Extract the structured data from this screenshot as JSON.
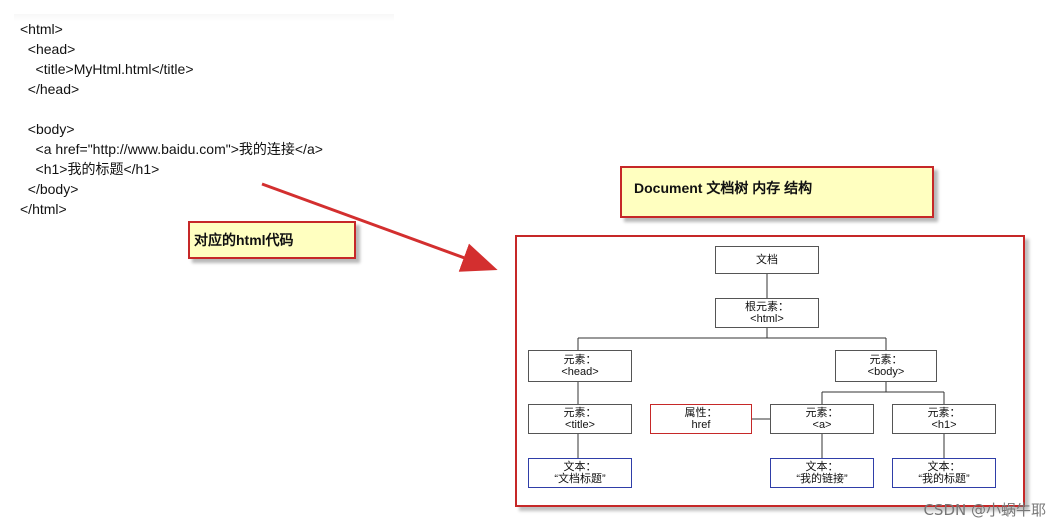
{
  "code": {
    "lines": [
      "<html>",
      "  <head>",
      "    <title>MyHtml.html</title>",
      "  </head>",
      "",
      "  <body>",
      "    <a href=\"http://www.baidu.com\">我的连接</a>",
      "    <h1>我的标题</h1>",
      "  </body>",
      "</html>"
    ]
  },
  "callouts": {
    "code_label": "对应的html代码",
    "dom_label": "Document 文档树 内存 结构"
  },
  "tree": {
    "document": "文档",
    "root": {
      "label": "根元素：",
      "tag": "<html>"
    },
    "head": {
      "label": "元素：",
      "tag": "<head>"
    },
    "title": {
      "label": "元素：",
      "tag": "<title>"
    },
    "title_text": {
      "label": "文本：",
      "value": "“文档标题”"
    },
    "body": {
      "label": "元素：",
      "tag": "<body>"
    },
    "attr": {
      "label": "属性：",
      "value": "href"
    },
    "a": {
      "label": "元素：",
      "tag": "<a>"
    },
    "a_text": {
      "label": "文本：",
      "value": "“我的链接”"
    },
    "h1": {
      "label": "元素：",
      "tag": "<h1>"
    },
    "h1_text": {
      "label": "文本：",
      "value": "“我的标题”"
    }
  },
  "colors": {
    "callout_fill": "#ffffc0",
    "frame_border": "#c62828",
    "text_node_border": "#2f3ea8",
    "arrow": "#d32f2f"
  },
  "watermark": "CSDN @小蜗牛耶"
}
